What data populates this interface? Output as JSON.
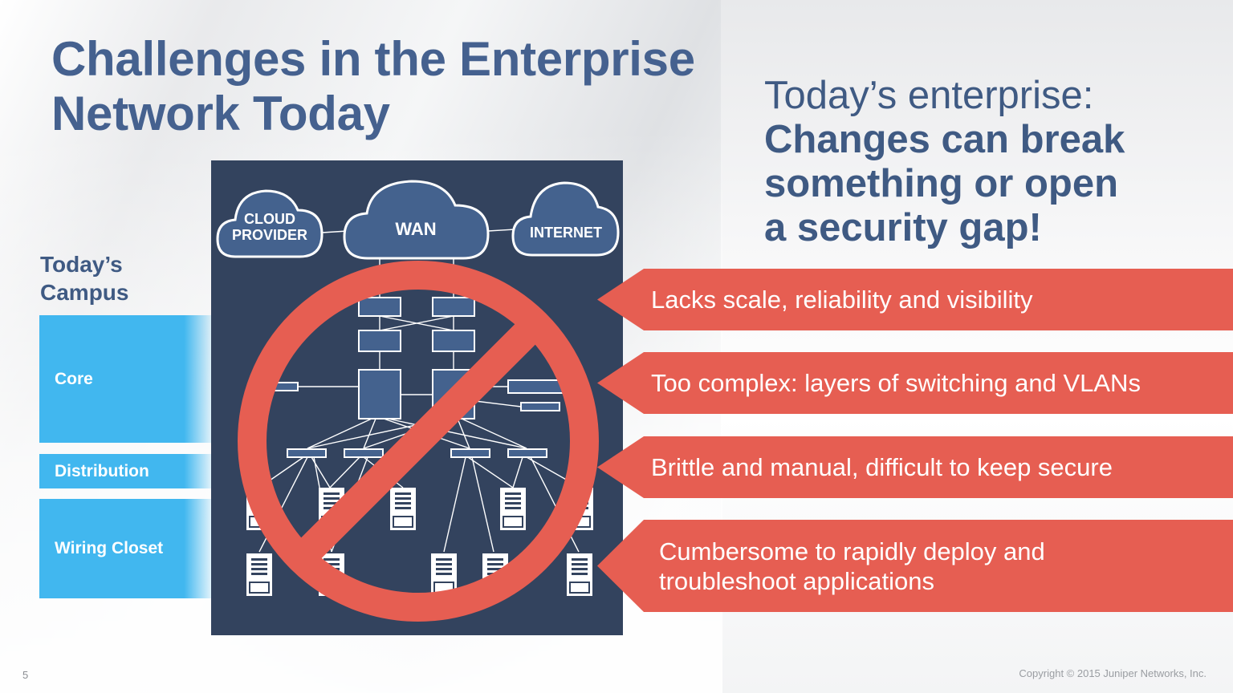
{
  "slide": {
    "title_line1": "Challenges in the Enterprise",
    "title_line2": "Network Today",
    "page_number": "5",
    "copyright": "Copyright © 2015 Juniper Networks, Inc."
  },
  "right_heading": {
    "line1": "Today’s enterprise:",
    "bold_line1": "Changes can break",
    "bold_line2": "something or open",
    "bold_line3": "a security gap!"
  },
  "campus": {
    "label_line1": "Today’s",
    "label_line2": "Campus",
    "layers": [
      {
        "label": "Core"
      },
      {
        "label": "Distribution"
      },
      {
        "label": "Wiring Closet"
      }
    ]
  },
  "diagram": {
    "clouds": [
      {
        "line1": "CLOUD",
        "line2": "PROVIDER"
      },
      {
        "line1": "WAN"
      },
      {
        "line1": "INTERNET"
      }
    ],
    "colors": {
      "background": "#33435e",
      "node_fill": "#44628e",
      "prohibition": "#e65e52"
    },
    "overlay_icon": "prohibition-icon"
  },
  "callouts": [
    {
      "text": "Lacks scale, reliability and visibility"
    },
    {
      "text": "Too complex: layers of switching and VLANs"
    },
    {
      "text": "Brittle and manual, difficult to keep secure"
    },
    {
      "line1": "Cumbersome to rapidly deploy and",
      "line2": "troubleshoot applications"
    }
  ],
  "colors": {
    "title": "#45618f",
    "campus_layer": "#41b7ef",
    "callout": "#e65e52"
  }
}
